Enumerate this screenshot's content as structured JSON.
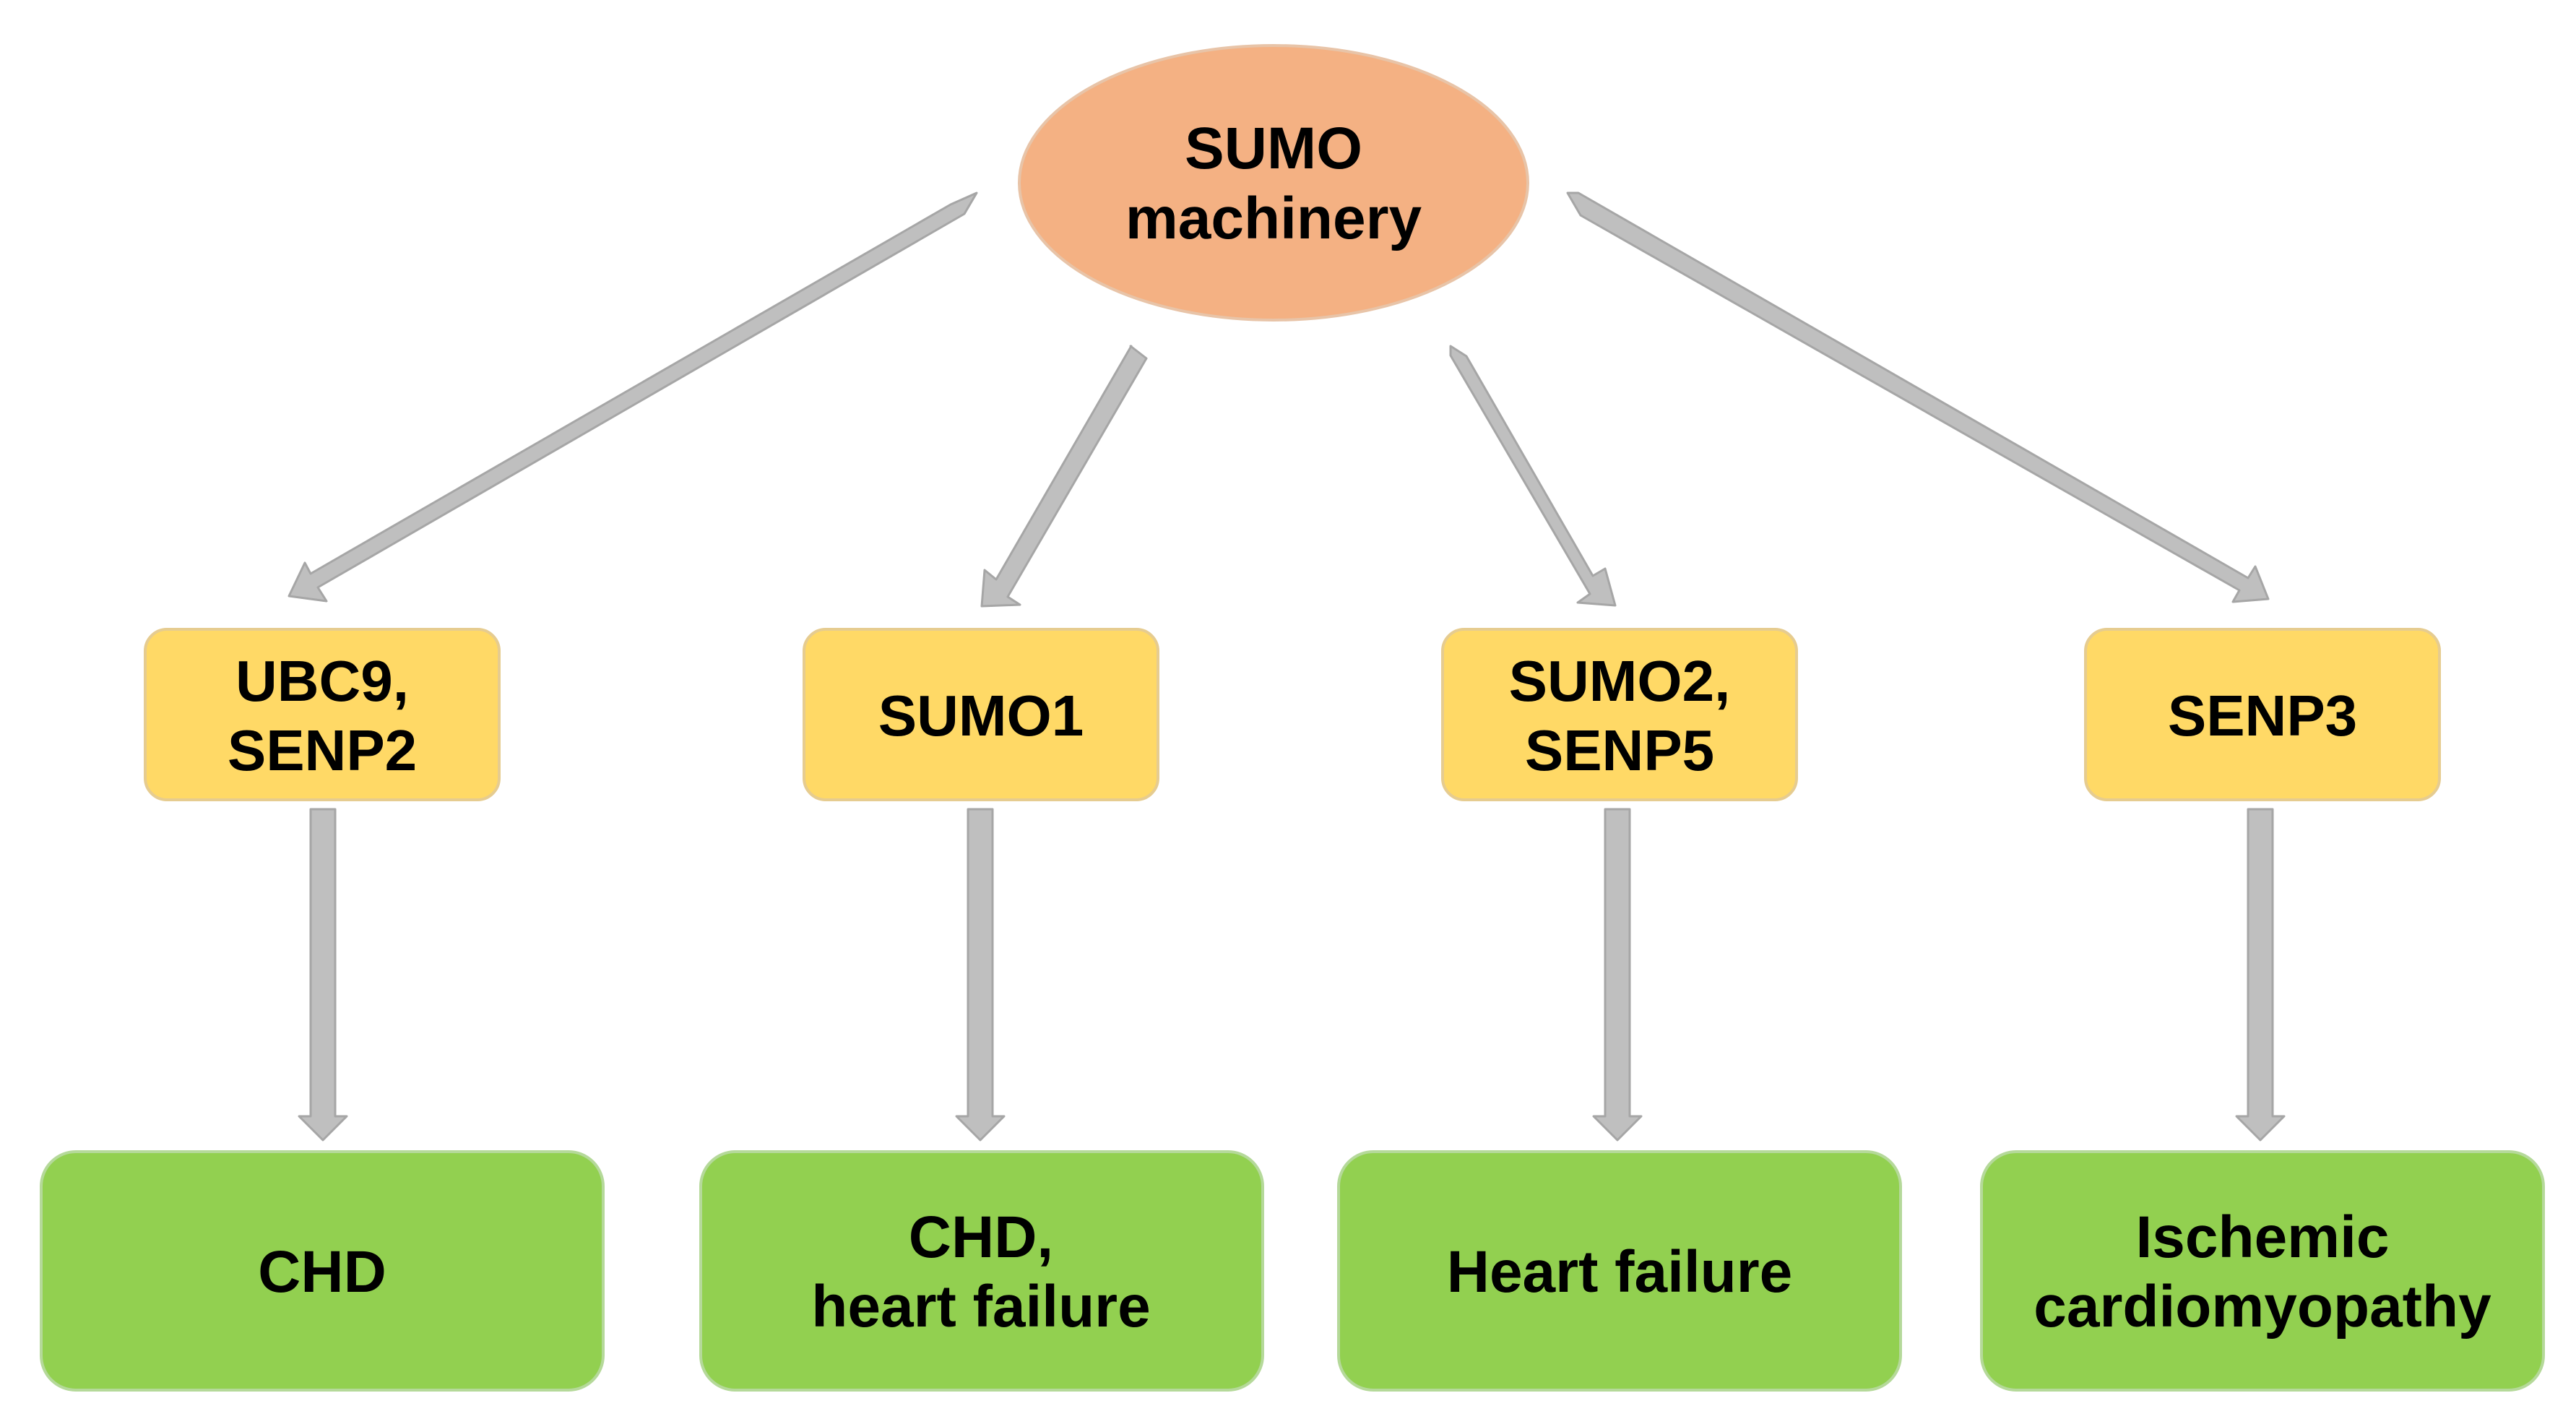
{
  "colors": {
    "root_fill": "#f4b183",
    "root_stroke": "#e8c4a8",
    "mid_fill": "#ffd966",
    "mid_stroke": "#e6cc90",
    "leaf_fill": "#92d050",
    "leaf_stroke": "#b5d99a",
    "arrow_fill": "#bfbfbf",
    "arrow_stroke": "#a6a6a6"
  },
  "diagram": {
    "root": {
      "lines": [
        "SUMO",
        "machinery"
      ]
    },
    "branches": [
      {
        "regulator_lines": [
          "UBC9,",
          "SENP2"
        ],
        "disease_lines": [
          "CHD"
        ]
      },
      {
        "regulator_lines": [
          "SUMO1"
        ],
        "disease_lines": [
          "CHD,",
          "heart failure"
        ]
      },
      {
        "regulator_lines": [
          "SUMO2,",
          "SENP5"
        ],
        "disease_lines": [
          "Heart failure"
        ]
      },
      {
        "regulator_lines": [
          "SENP3"
        ],
        "disease_lines": [
          "Ischemic",
          "cardiomyopathy"
        ]
      }
    ]
  }
}
